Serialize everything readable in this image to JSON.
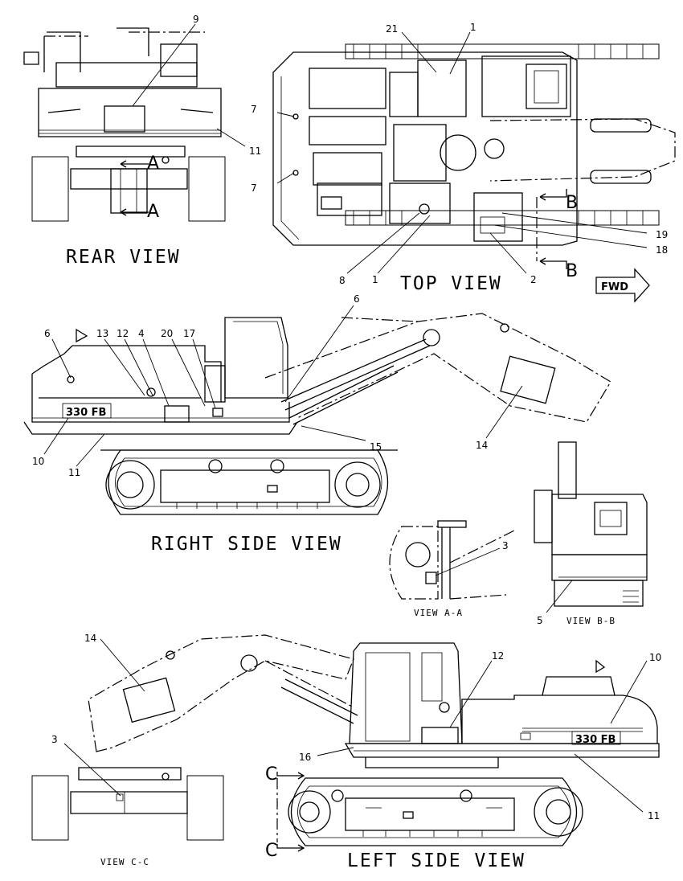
{
  "views": {
    "rear": "REAR VIEW",
    "top": "TOP VIEW",
    "right_side": "RIGHT SIDE VIEW",
    "view_aa": "VIEW A-A",
    "view_bb": "VIEW B-B",
    "left_side": "LEFT SIDE VIEW",
    "view_cc": "VIEW C-C"
  },
  "section_marks": {
    "a": "A",
    "b": "B",
    "c": "C"
  },
  "fwd": "FWD",
  "model_badge": "330 FB",
  "callouts": {
    "rear": [
      "9",
      "11"
    ],
    "top": [
      "21",
      "1",
      "7",
      "7",
      "8",
      "1",
      "2",
      "19",
      "18"
    ],
    "right_side": [
      "6",
      "13",
      "12",
      "4",
      "20",
      "17",
      "6",
      "10",
      "11",
      "15",
      "14"
    ],
    "view_aa": [
      "3"
    ],
    "view_bb": [
      "5"
    ],
    "left_side": [
      "14",
      "12",
      "10",
      "16",
      "11"
    ],
    "view_cc": [
      "3"
    ]
  }
}
